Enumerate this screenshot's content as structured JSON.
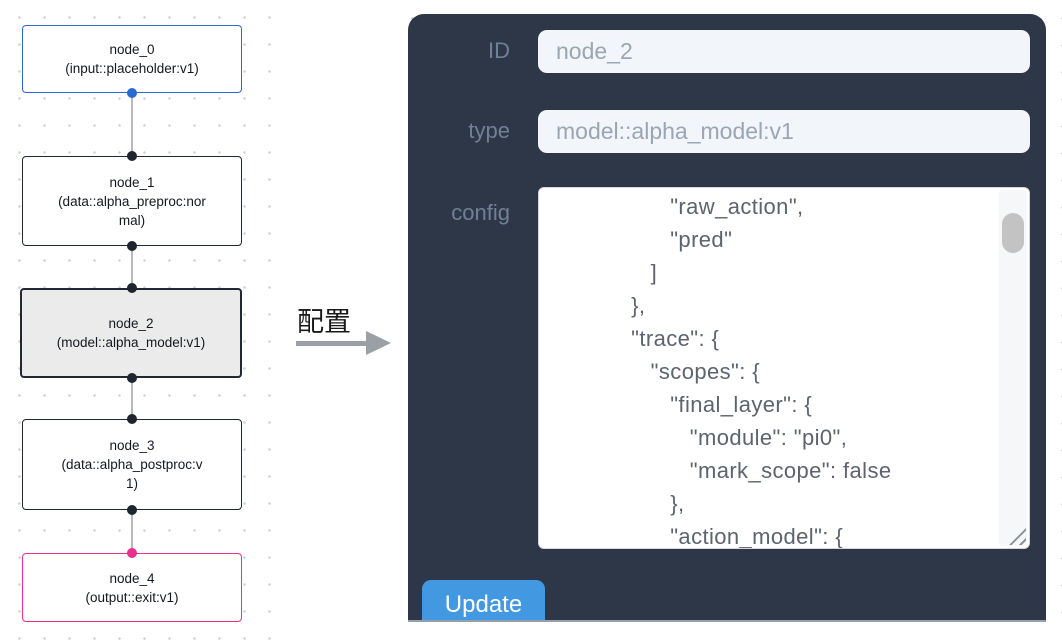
{
  "flowchart": {
    "nodes": [
      {
        "title": "node_0",
        "subtitle": "(input::placeholder:v1)",
        "variant": "input"
      },
      {
        "title": "node_1",
        "subtitle": "(data::alpha_preproc:normal)",
        "variant": "default"
      },
      {
        "title": "node_2",
        "subtitle": "(model::alpha_model:v1)",
        "variant": "selected"
      },
      {
        "title": "node_3",
        "subtitle": "(data::alpha_postproc:v1)",
        "variant": "default"
      },
      {
        "title": "node_4",
        "subtitle": "(output::exit:v1)",
        "variant": "output"
      }
    ]
  },
  "transfer": {
    "label": "配置"
  },
  "config_panel": {
    "id_field": {
      "label": "ID",
      "value": "node_2"
    },
    "type_field": {
      "label": "type",
      "value": "model::alpha_model:v1"
    },
    "config_field": {
      "label": "config",
      "value": "                  \"raw_action\",\n                  \"pred\"\n               ]\n            },\n            \"trace\": {\n               \"scopes\": {\n                  \"final_layer\": {\n                     \"module\": \"pi0\",\n                     \"mark_scope\": false\n                  },\n                  \"action_model\": {"
    },
    "update_button": "Update"
  },
  "colors": {
    "panel_bg": "#2d3748",
    "panel_label": "#718096",
    "input_bg": "#f2f5f9",
    "input_text": "#9ba5b3",
    "update_button_bg": "#4299e1",
    "node_border_default": "#222833",
    "node_input_accent": "#2a6bd2",
    "node_output_accent": "#ec2f8e",
    "node_selected_fill": "#ebebeb",
    "edge_line": "#b8b8b8",
    "canvas_dot": "#d2d2d2"
  }
}
